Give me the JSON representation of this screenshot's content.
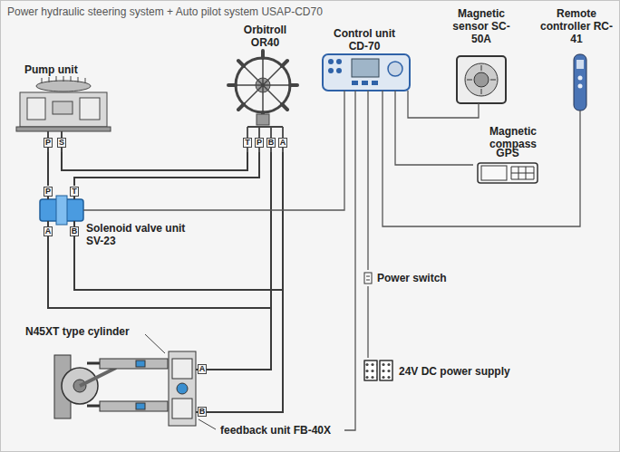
{
  "diagram": {
    "title": "Power hydraulic steering system + Auto pilot system USAP-CD70",
    "nodes": [
      {
        "text": [
          "Pump unit"
        ]
      },
      {
        "text": [
          "Orbitroll OR40"
        ]
      },
      {
        "text": [
          "Control unit CD-70"
        ]
      },
      {
        "text": [
          "Magnetic sensor SC-50A"
        ]
      },
      {
        "text": [
          "Remote controller RC-41"
        ]
      },
      {
        "text": [
          "GPS"
        ]
      },
      {
        "text": [
          "Solenoid valve unit SV-23"
        ]
      },
      {
        "text": [
          "Power switch"
        ]
      },
      {
        "text": [
          "24V DC power supply"
        ]
      },
      {
        "text": [
          "N45XT type cylinder"
        ]
      },
      {
        "text": [
          "feedback unit FB-40X"
        ]
      }
    ],
    "edges": [
      {
        "from": 0,
        "to": 6,
        "arrow": "none"
      },
      {
        "from": 0,
        "to": 1,
        "arrow": "none"
      },
      {
        "from": 6,
        "to": 1,
        "arrow": "none"
      },
      {
        "from": 1,
        "to": 9,
        "arrow": "none"
      },
      {
        "from": 1,
        "to": 9,
        "arrow": "none"
      },
      {
        "from": 6,
        "to": 9,
        "arrow": "none"
      },
      {
        "from": 6,
        "to": 9,
        "arrow": "none"
      },
      {
        "from": 2,
        "to": 6,
        "arrow": "none"
      },
      {
        "from": 2,
        "to": 10,
        "arrow": "none"
      },
      {
        "from": 2,
        "to": 7,
        "arrow": "none"
      },
      {
        "from": 7,
        "to": 8,
        "arrow": "none"
      },
      {
        "from": 2,
        "to": 4,
        "arrow": "none"
      },
      {
        "from": 2,
        "to": 5,
        "arrow": "none"
      },
      {
        "from": 2,
        "to": 3,
        "arrow": "none"
      }
    ],
    "labels": [
      "P",
      "S",
      "T",
      "P",
      "B",
      "A",
      "P",
      "T",
      "A",
      "B",
      "A",
      "B",
      "Magnetic compass"
    ]
  }
}
